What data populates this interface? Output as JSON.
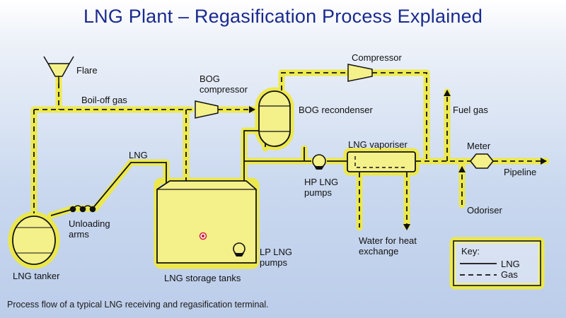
{
  "title": "LNG Plant – Regasification Process Explained",
  "caption": "Process flow of a typical LNG receiving and regasification terminal.",
  "labels": {
    "flare": "Flare",
    "boil_off_gas": "Boil-off gas",
    "bog_compressor_1": "BOG",
    "bog_compressor_2": "compressor",
    "compressor": "Compressor",
    "bog_recondenser": "BOG recondenser",
    "fuel_gas": "Fuel gas",
    "lng": "LNG",
    "lng_vaporiser": "LNG vaporiser",
    "meter": "Meter",
    "pipeline": "Pipeline",
    "hp_lng_pumps_1": "HP LNG",
    "hp_lng_pumps_2": "pumps",
    "odoriser": "Odoriser",
    "unloading_arms_1": "Unloading",
    "unloading_arms_2": "arms",
    "water_1": "Water for heat",
    "water_2": "exchange",
    "lp_lng_pumps_1": "LP LNG",
    "lp_lng_pumps_2": "pumps",
    "lng_tanker": "LNG tanker",
    "lng_storage_tanks": "LNG storage tanks"
  },
  "key": {
    "title": "Key:",
    "lng": "LNG",
    "gas": "Gas"
  },
  "colors": {
    "fill": "#f4f08a",
    "glow": "#f0ea3a",
    "line": "#111111",
    "title": "#1a2a8e",
    "marker": "#d21a3a"
  }
}
